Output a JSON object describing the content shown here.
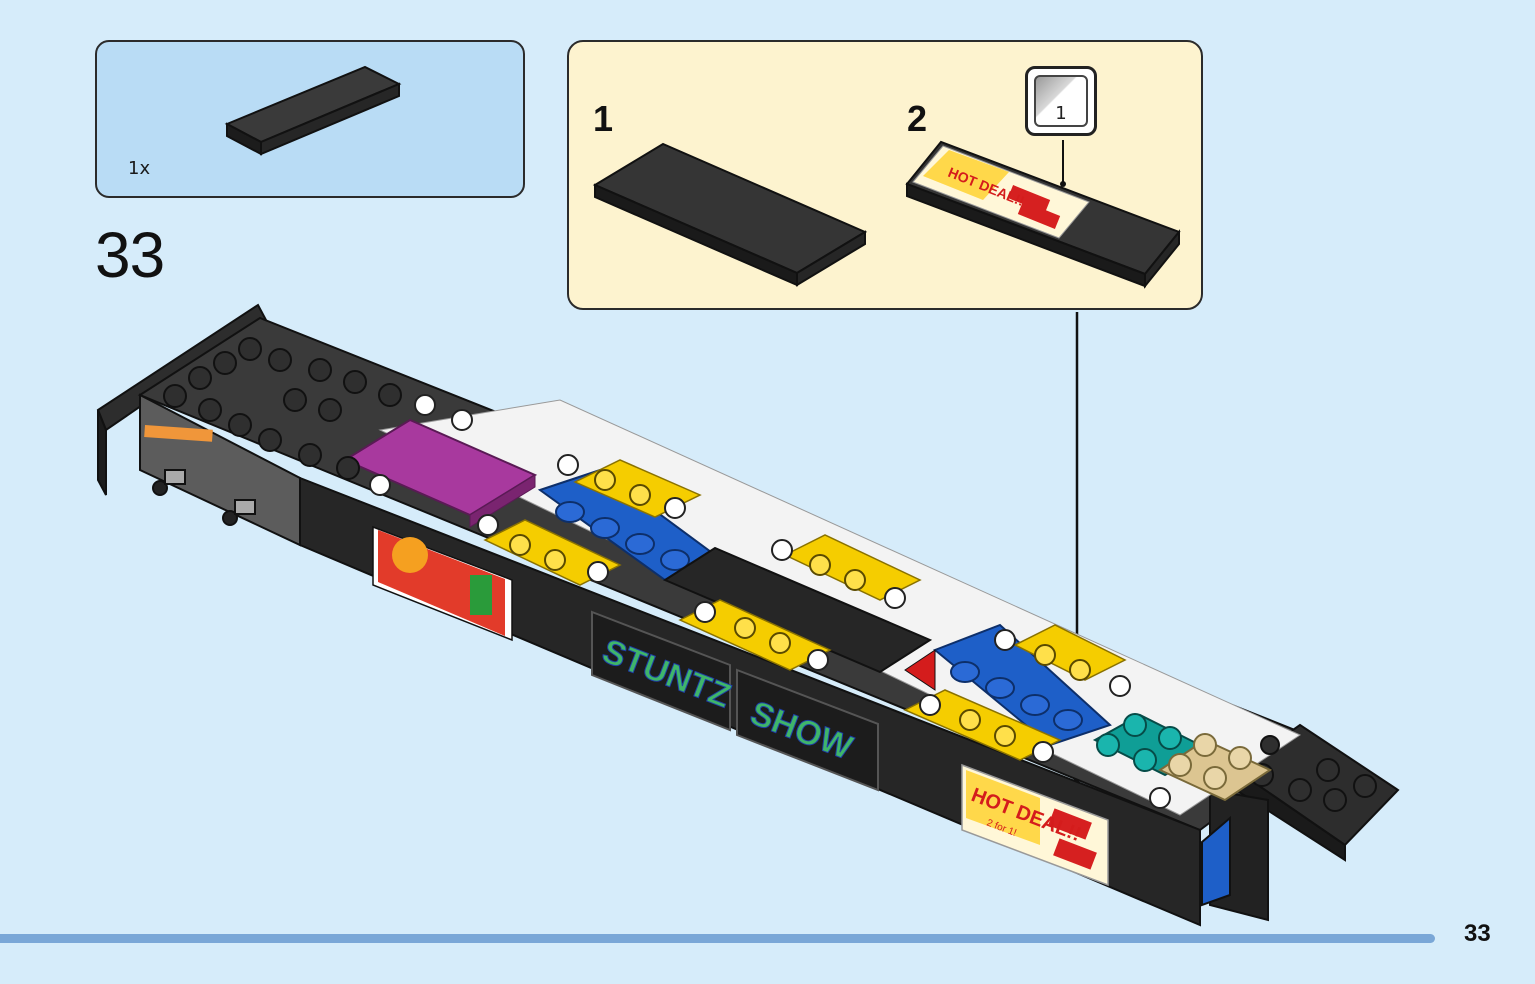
{
  "parts_callout": {
    "quantity": "1x"
  },
  "step": {
    "number": "33"
  },
  "sub_assembly": {
    "substep_1": "1",
    "substep_2": "2",
    "sticker_number": "1"
  },
  "stickers": {
    "hot_deal_title": "HOT DEAL!!",
    "hot_deal_sub": "2 for 1!",
    "stuntz": "STUNTZ",
    "show": "SHOW"
  },
  "footer": {
    "page_number": "33"
  },
  "colors": {
    "page_background": "#d6ecfa",
    "parts_box": "#b9dcf5",
    "sub_box": "#fdf3cf",
    "footer_bar": "#7aa7d7",
    "brick_black": "#2b2b2b",
    "brick_yellow": "#f5cd00",
    "brick_blue": "#1e5fc8",
    "brick_magenta": "#a8399e",
    "brick_teal": "#0f9e96",
    "brick_tan": "#dcc591",
    "brick_white": "#ffffff"
  }
}
